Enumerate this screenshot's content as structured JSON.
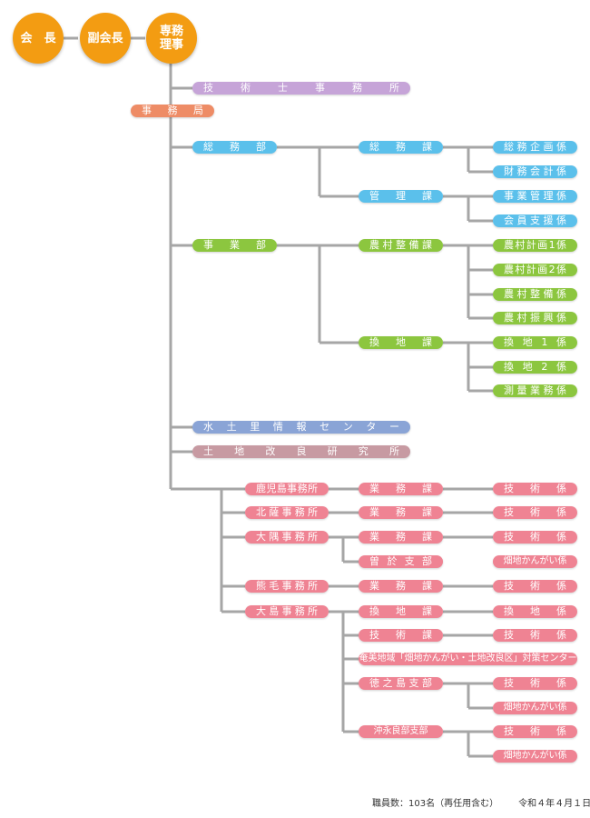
{
  "leaders": {
    "chair": "会　長",
    "vice_chair": "副会長",
    "executive": "専務\n理事"
  },
  "branch_office": "技術士事務所",
  "secretariat": "事務局",
  "general_affairs": {
    "dept": "総務部",
    "soumu_section": "総務課",
    "soumu_units": [
      "総務企画係",
      "財務会計係"
    ],
    "kanri_section": "管理課",
    "kanri_units": [
      "事業管理係",
      "会員支援係"
    ]
  },
  "business": {
    "dept": "事業部",
    "nouson_section": "農村整備課",
    "nouson_units": [
      "農村計画1係",
      "農村計画2係",
      "農村整備係",
      "農村振興係"
    ],
    "kanchi_section": "換地課",
    "kanchi_units": [
      "換地1係",
      "換地2係",
      "測量業務係"
    ]
  },
  "water_center": "水土里情報センター",
  "research": "土地改良研究所",
  "regional_offices": {
    "kagoshima": {
      "office": "鹿児島事務所",
      "section": "業務課",
      "unit": "技術係"
    },
    "hokusatsu": {
      "office": "北薩事務所",
      "section": "業務課",
      "unit": "技術係"
    },
    "osumi": {
      "office": "大隅事務所",
      "section": "業務課",
      "unit": "技術係",
      "branch": "曽於支部",
      "branch_unit": "畑地かんがい係"
    },
    "kumage": {
      "office": "熊毛事務所",
      "section": "業務課",
      "unit": "技術係"
    },
    "oshima": {
      "office": "大島事務所",
      "kanchi_section": "換地課",
      "kanchi_unit": "換地係",
      "gijutsu_section": "技術課",
      "gijutsu_unit": "技術係",
      "center": "奄美地域「畑地かんがい・土地改良区」対策センター",
      "tokunoshima": "徳之島支部",
      "tokunoshima_units": [
        "技術係",
        "畑地かんがい係"
      ],
      "okinoerabu": "沖永良部支部",
      "okinoerabu_units": [
        "技術係",
        "畑地かんがい係"
      ]
    }
  },
  "footer": {
    "staff": "職員数：103名（再任用含む）",
    "date": "令和４年４月１日現在"
  },
  "colors": {
    "leader": "#f39c12",
    "branch_office": "#c6a4d8",
    "secretariat": "#ee8c66",
    "general_affairs": "#5bc0eb",
    "business": "#8cc63f",
    "water_center": "#8aa4d6",
    "research": "#c79aa2",
    "regional": "#ef8393",
    "connector": "#a6a6a6"
  }
}
